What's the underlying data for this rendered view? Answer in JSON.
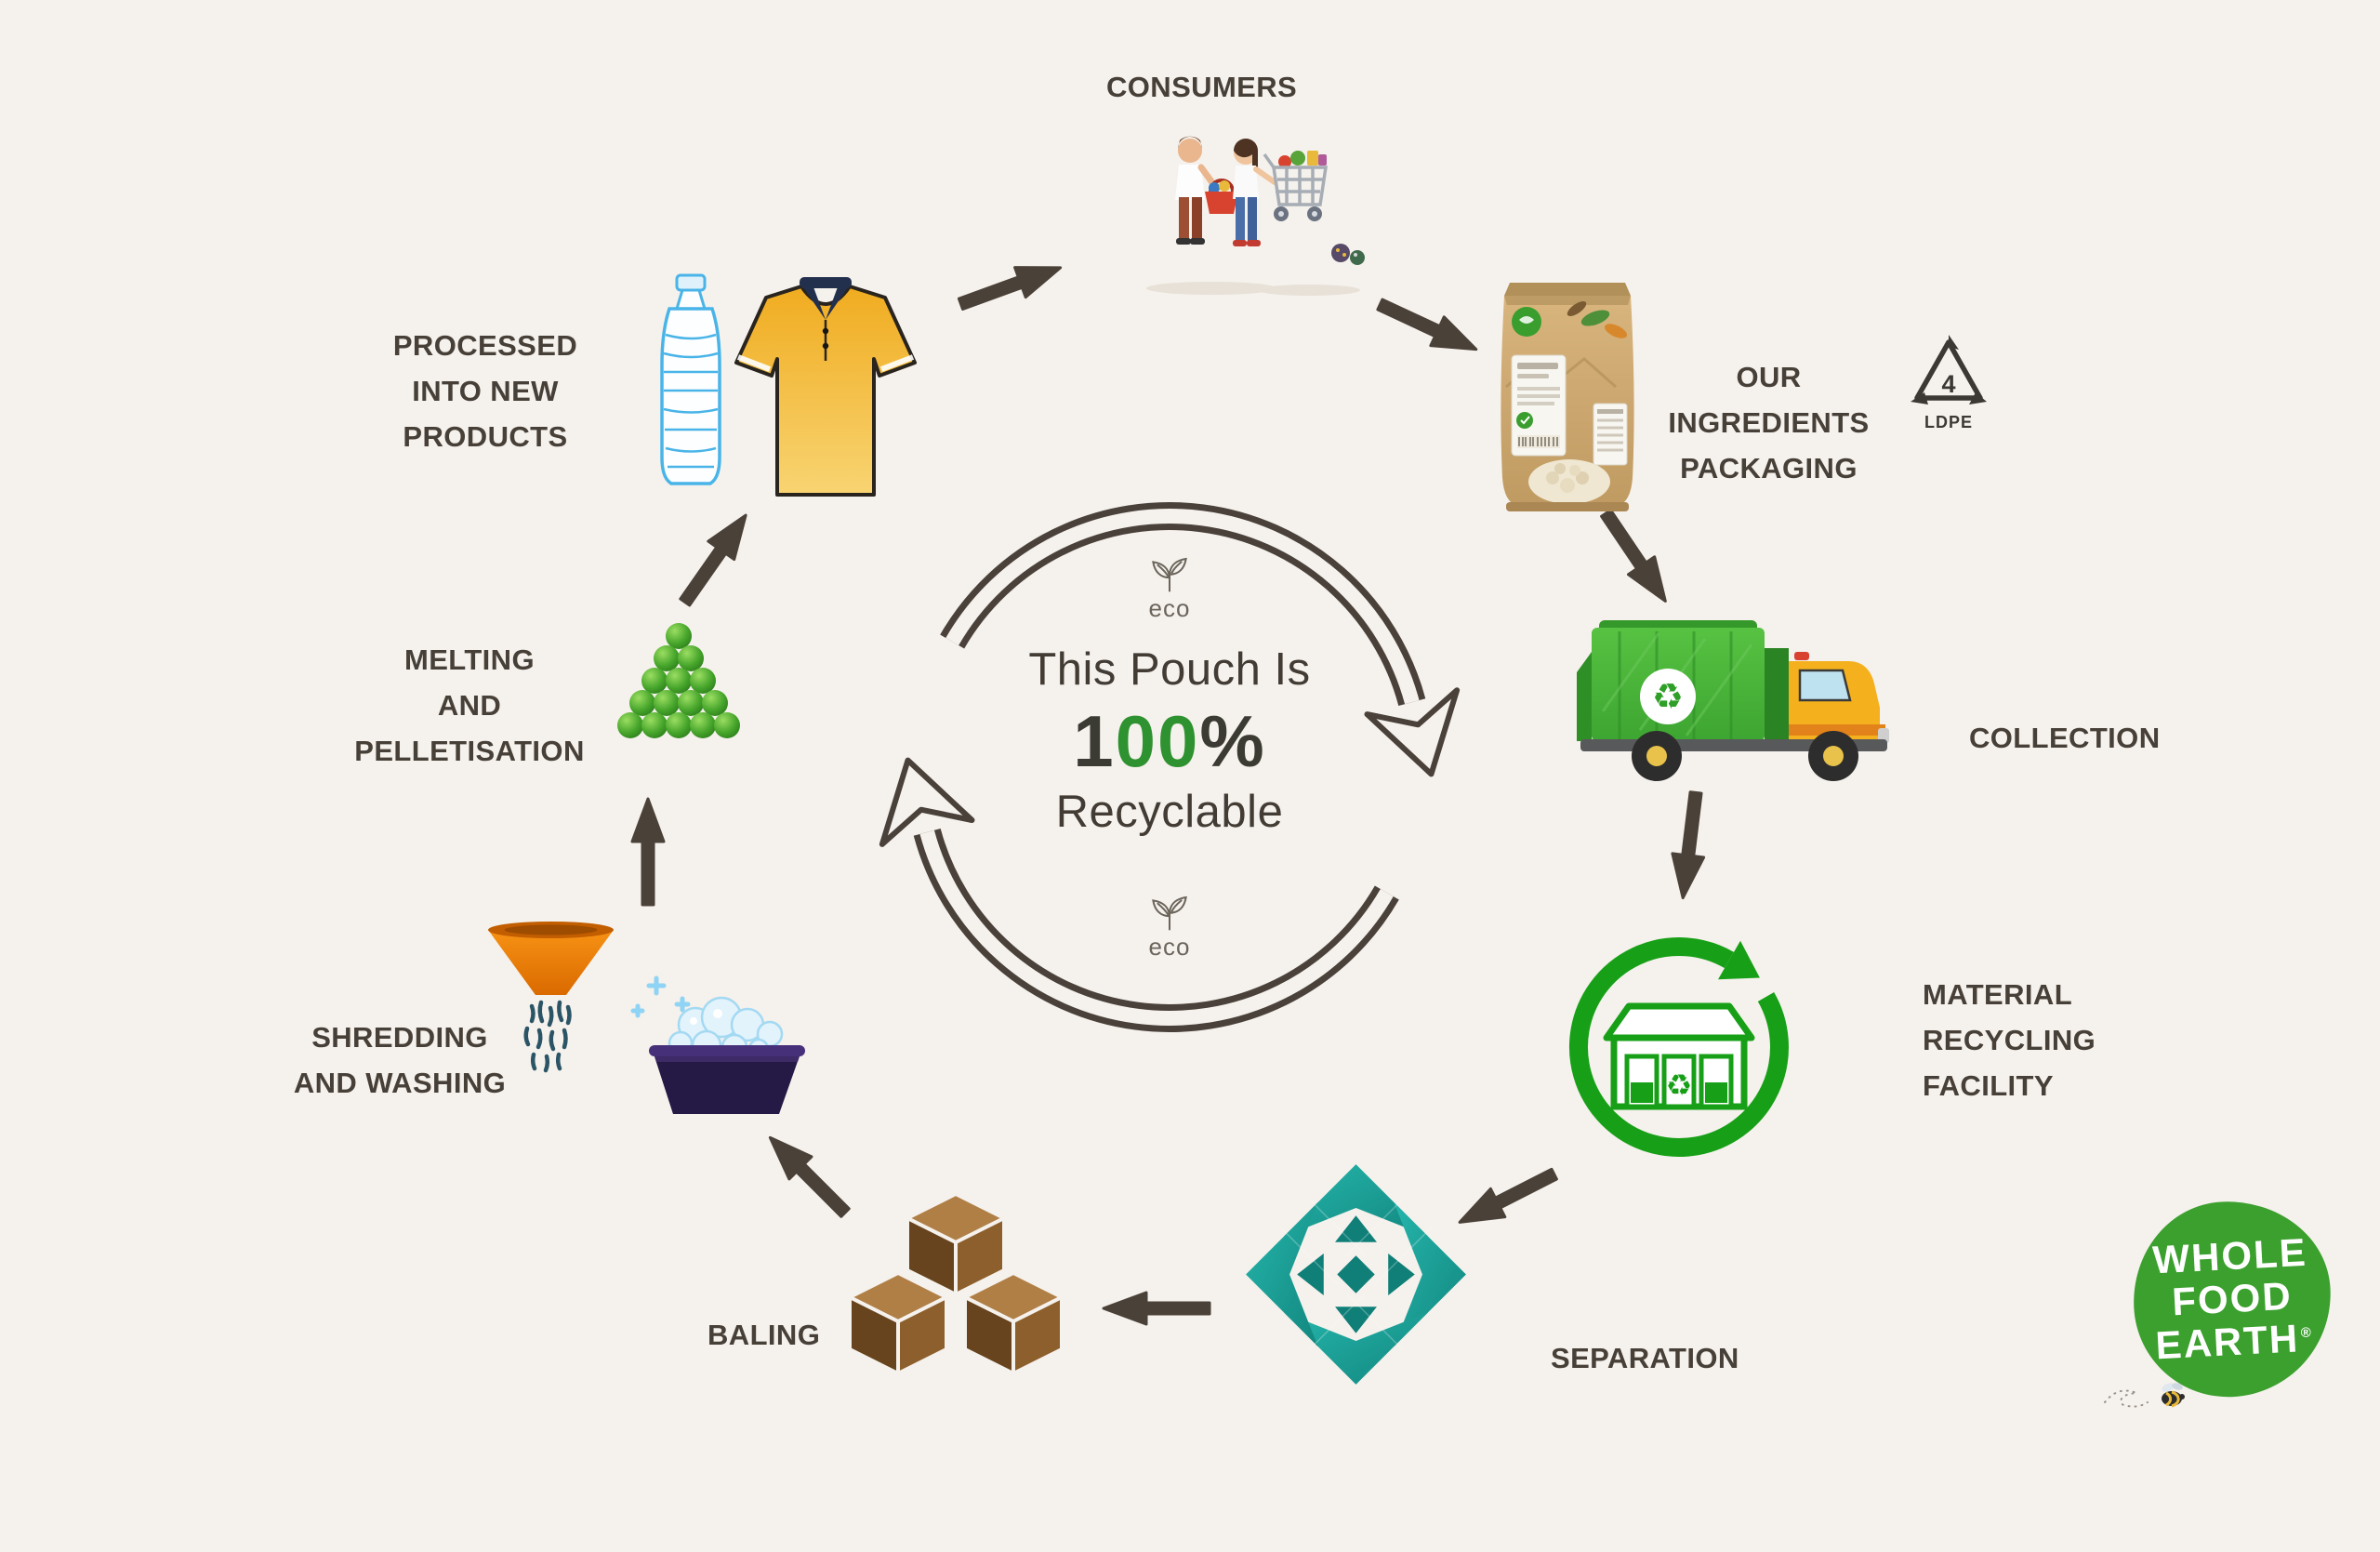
{
  "background_color": "#f5f1ec",
  "center": {
    "line1": "This Pouch Is",
    "percent_1": "1",
    "percent_00": "00",
    "percent_sign": "%",
    "line3": "Recyclable",
    "eco_top": "eco",
    "eco_bottom": "eco"
  },
  "steps": {
    "consumers": {
      "label": "CONSUMERS"
    },
    "packaging": {
      "label": "OUR INGREDIENTS\nPACKAGING",
      "resin_code": "4",
      "resin_type": "LDPE"
    },
    "collection": {
      "label": "COLLECTION"
    },
    "mrf": {
      "label": "MATERIAL\nRECYCLING\nFACILITY"
    },
    "separation": {
      "label": "SEPARATION"
    },
    "baling": {
      "label": "BALING"
    },
    "shredding": {
      "label": "SHREDDING\nAND WASHING"
    },
    "melting": {
      "label": "MELTING\nAND\nPELLETISATION"
    },
    "processed": {
      "label": "PROCESSED\nINTO NEW PRODUCTS"
    }
  },
  "symbols": {
    "recycle": "♻"
  },
  "logo": {
    "word1": "WHOLE",
    "word2": "FOOD",
    "word3": "EARTH",
    "registered": "®"
  },
  "colors": {
    "accent_green": "#2f9230",
    "teal": "#1bada3",
    "arrow_brown": "#4a4138",
    "truck_green": "#4db53c",
    "logo_green": "#3ba02e",
    "kraft": "#cfa76f"
  }
}
